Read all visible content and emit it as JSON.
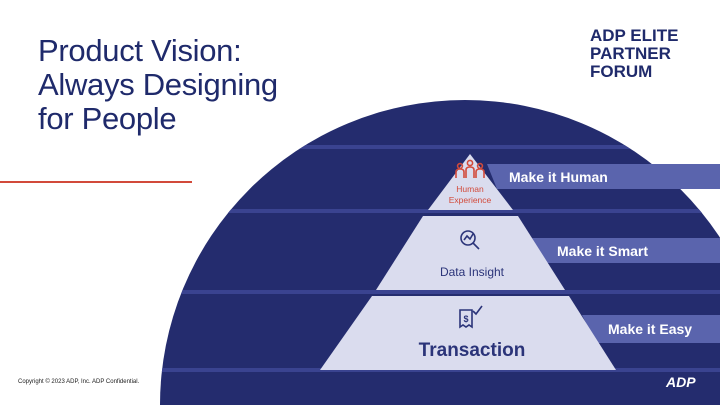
{
  "title_lines": [
    "Product Vision:",
    "Always Designing",
    "for People"
  ],
  "event_lines": [
    "ADP ELITE",
    "PARTNER",
    "FORUM"
  ],
  "pyramid": {
    "top": {
      "label_line1": "Human",
      "label_line2": "Experience",
      "icon": "people-icon",
      "banner": "Make it Human"
    },
    "middle": {
      "label": "Data Insight",
      "icon": "magnifier-chart-icon",
      "banner": "Make it Smart"
    },
    "bottom": {
      "label": "Transaction",
      "icon": "receipt-check-icon",
      "banner": "Make it Easy"
    }
  },
  "copyright": "Copyright © 2023 ADP, Inc. ADP Confidential.",
  "logo": "ADP",
  "colors": {
    "navy": "#222a6b",
    "navy_band": "#2c3580",
    "banner": "#5560a8",
    "pyramid": "#d9dcef",
    "accent_red": "#d24a3a",
    "text_navy": "#1f2a6b"
  }
}
